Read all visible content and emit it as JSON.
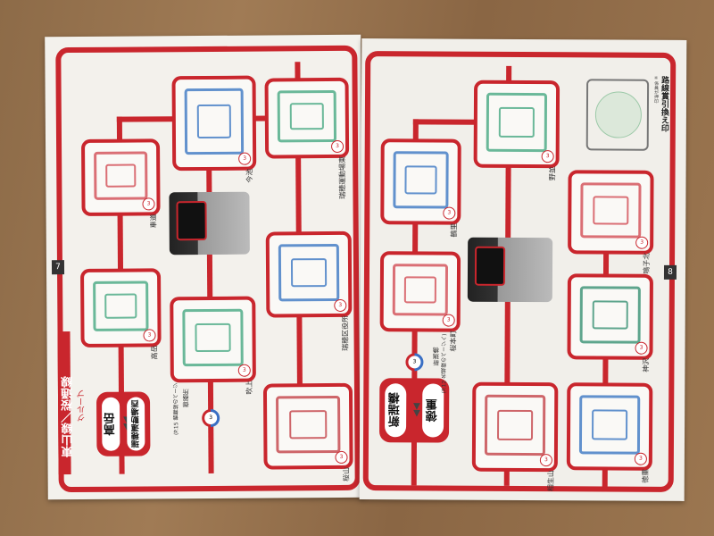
{
  "left_page": {
    "page_number": "7",
    "group_title": "東山線／桜通線",
    "group_subtitle": "グループ",
    "route_from": "高岳",
    "route_arrow": "▶▶",
    "route_to": "瑞穂運動場西",
    "transfer_station": "御器所",
    "transfer_note": "(P.15 鶴舞線のページへ)",
    "stamps": [
      {
        "station": "車道",
        "color": "#d0414a"
      },
      {
        "station": "今池",
        "color": "#2f6fc0"
      },
      {
        "station": "瑞穂運動場東",
        "color": "#3aa37a"
      },
      {
        "station": "高岳",
        "color": "#3aa37a"
      },
      {
        "station": "吹上",
        "color": "#3aa37a"
      },
      {
        "station": "瑞穂区役所",
        "color": "#2f6fc0"
      },
      {
        "station": "桜山",
        "color": "#c0353c"
      }
    ]
  },
  "right_page": {
    "page_number": "8",
    "route_from": "新瑞橋",
    "route_arrow": "▶▶",
    "route_to": "徳重",
    "transfer_station": "新瑞橋",
    "transfer_note": "(P.12 名城線のページへ)",
    "exchange_title": "路線賞引換え印",
    "exchange_note": "※係員が押印",
    "stamps": [
      {
        "station": "鶴里",
        "color": "#2f6fc0"
      },
      {
        "station": "野並",
        "color": "#3aa37a"
      },
      {
        "station": "桜本町",
        "color": "#d0414a"
      },
      {
        "station": "鳴子北",
        "color": "#d0414a"
      },
      {
        "station": "神沢",
        "color": "#2a8a6a"
      },
      {
        "station": "相生山",
        "color": "#c0353c"
      },
      {
        "station": "徳重",
        "color": "#2f6fc0"
      }
    ]
  }
}
